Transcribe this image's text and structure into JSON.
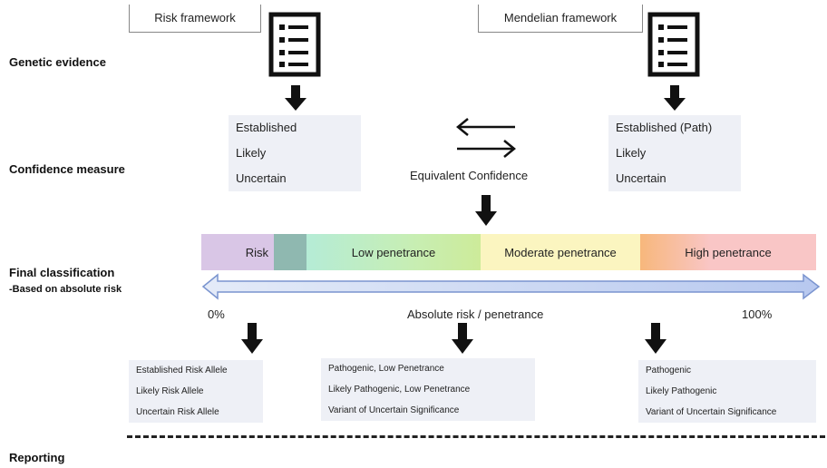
{
  "rows": {
    "genetic_evidence": "Genetic evidence",
    "confidence_measure": "Confidence measure",
    "final_classification": "Final classification",
    "final_sub": "-Based on absolute risk",
    "reporting": "Reporting"
  },
  "frameworks": {
    "risk": "Risk framework",
    "mendelian": "Mendelian framework"
  },
  "confidence": {
    "risk": [
      "Established",
      "Likely",
      "Uncertain"
    ],
    "mendelian": [
      "Established (Path)",
      "Likely",
      "Uncertain"
    ],
    "equivalent": "Equivalent Confidence"
  },
  "bar_segments": [
    {
      "label": "Risk",
      "color": "#d9c6e6"
    },
    {
      "label": "",
      "color": "#8fb8b0"
    },
    {
      "label": "Low penetrance",
      "color_from": "#b5ecd6",
      "color_to": "#cdeb9a"
    },
    {
      "label": "Moderate penetrance",
      "color": "#fbf5c0"
    },
    {
      "label": "High penetrance",
      "color_from": "#f7b77c",
      "color_to": "#f9c6c6"
    }
  ],
  "scale": {
    "start": "0%",
    "middle": "Absolute risk / penetrance",
    "end": "100%"
  },
  "reporting": {
    "risk": [
      "Established Risk Allele",
      "Likely Risk Allele",
      "Uncertain Risk Allele"
    ],
    "low": [
      "Pathogenic, Low Penetrance",
      "Likely Pathogenic, Low Penetrance",
      "Variant of Uncertain Significance"
    ],
    "high": [
      "Pathogenic",
      "Likely Pathogenic",
      "Variant of Uncertain Significance"
    ]
  },
  "icons": [
    "document-list-icon",
    "down-arrow-icon",
    "exchange-arrows-icon",
    "double-headed-arrow-icon"
  ],
  "colors": {
    "arrow_fill": "#c9d6f0",
    "arrow_stroke": "#7a94cf",
    "box_bg": "#eef0f6"
  }
}
